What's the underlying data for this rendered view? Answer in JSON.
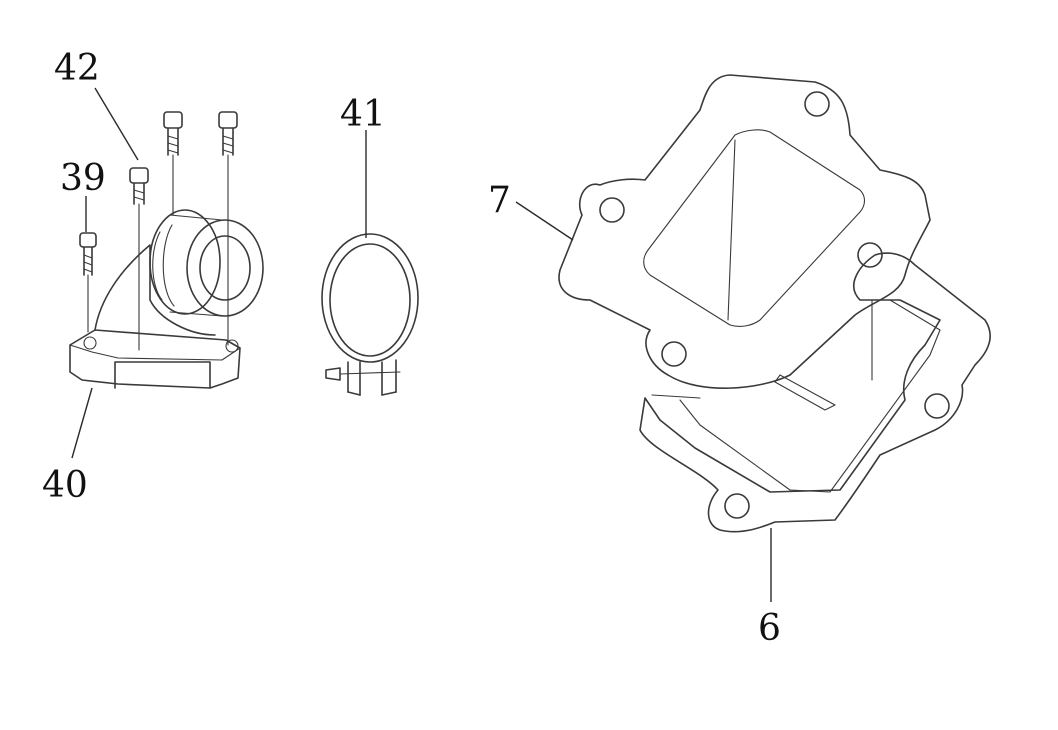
{
  "callouts": {
    "c42": "42",
    "c41": "41",
    "c39": "39",
    "c40": "40",
    "c7": "7",
    "c6": "6"
  },
  "colors": {
    "line": "#3a3a3a",
    "text": "#111111",
    "background": "#ffffff"
  }
}
